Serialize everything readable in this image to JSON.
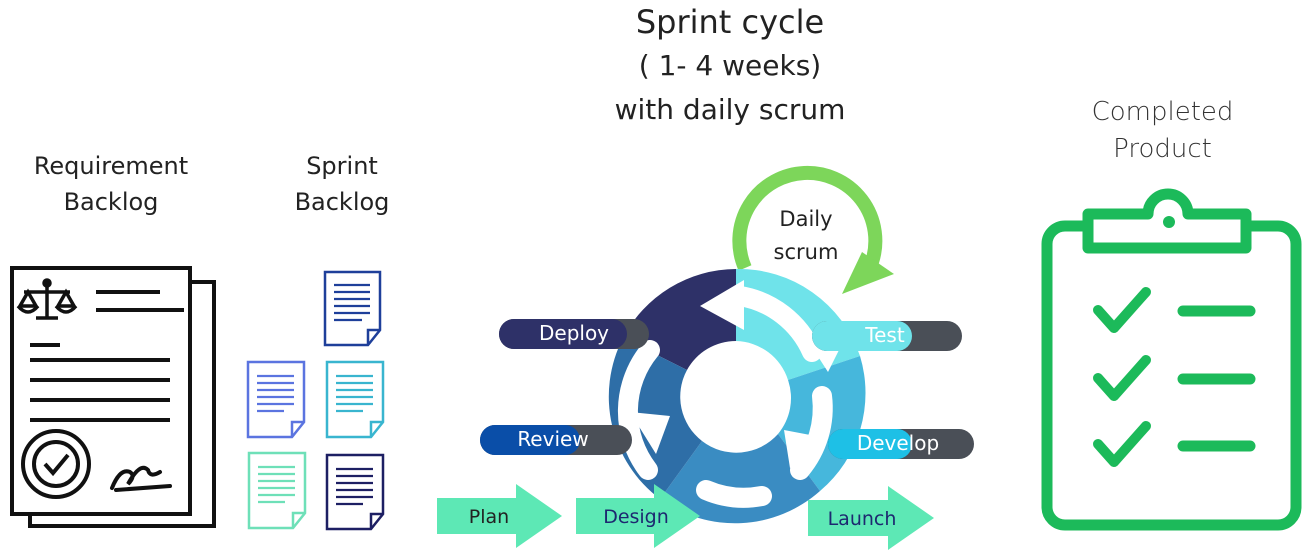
{
  "title": {
    "line1": "Sprint cycle",
    "line2": "( 1- 4 weeks)",
    "line3": "with daily scrum"
  },
  "requirement_backlog": {
    "line1": "Requirement",
    "line2": "Backlog"
  },
  "sprint_backlog": {
    "line1": "Sprint",
    "line2": "Backlog"
  },
  "completed_product": {
    "line1": "Completed",
    "line2": "Product"
  },
  "daily_scrum": {
    "line1": "Daily",
    "line2": "scrum"
  },
  "phases": {
    "deploy": "Deploy",
    "test": "Test",
    "review": "Review",
    "develop": "Develop",
    "plan": "Plan",
    "design": "Design",
    "launch": "Launch"
  },
  "colors": {
    "navy": "#2e3168",
    "light_cyan": "#6fe3ea",
    "cyan": "#46b7dc",
    "mid_blue": "#3a8cc2",
    "steel_blue": "#2e6ea7",
    "dark_gray": "#4a4f57",
    "green_arrow": "#5de8b5",
    "daily_green": "#7dd65a",
    "product_green": "#1cba5a"
  }
}
